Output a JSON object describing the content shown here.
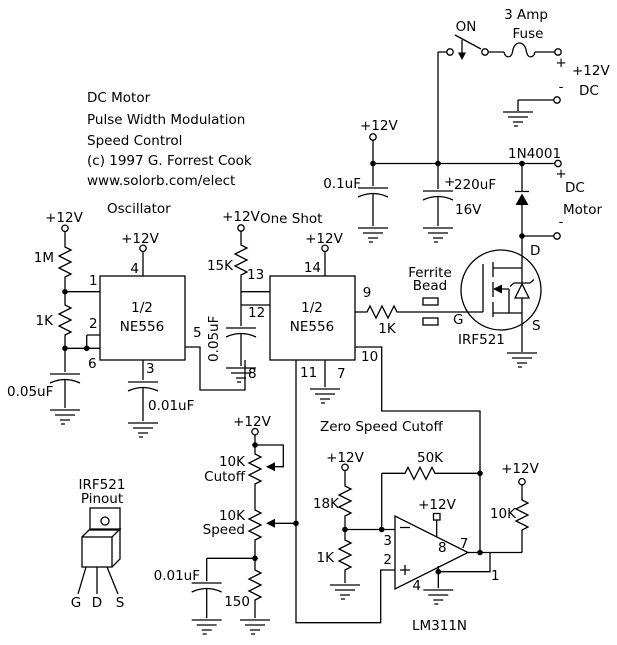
{
  "colors": {
    "ink": "#000000",
    "bg": "#ffffff"
  },
  "title_block": {
    "l1": "DC Motor",
    "l2": "Pulse Width Modulation",
    "l3": "Speed Control",
    "l4": "(c) 1997 G. Forrest Cook",
    "l5": "www.solorb.com/elect"
  },
  "power": {
    "on": "ON",
    "fuse1": "3 Amp",
    "fuse2": "Fuse",
    "plus": "+",
    "rail": "+12V",
    "minus": "-",
    "dc": "DC"
  },
  "supply": {
    "vcc": "+12V",
    "c1": "0.1uF",
    "c2_plus": "+",
    "c2": "220uF",
    "c2v": "16V",
    "diode": "1N4001"
  },
  "motor": {
    "plus": "+",
    "l1": "DC",
    "l2": "Motor",
    "minus": "-"
  },
  "osc": {
    "title": "Oscillator",
    "vcc1": "+12V",
    "vcc2": "+12V",
    "r1": "1M",
    "r2": "1K",
    "c1": "0.05uF",
    "c2": "0.01uF",
    "half": "1/2",
    "chip": "NE556",
    "p1": "1",
    "p2": "2",
    "p3": "3",
    "p4": "4",
    "p5": "5",
    "p6": "6"
  },
  "oneshot": {
    "title": "One Shot",
    "vcc1": "+12V",
    "vcc2": "+12V",
    "r1": "15K",
    "c1": "0.05uF",
    "rg": "1K",
    "half": "1/2",
    "chip": "NE556",
    "p7": "7",
    "p8": "8",
    "p9": "9",
    "p10": "10",
    "p11": "11",
    "p12": "12",
    "p13": "13",
    "p14": "14"
  },
  "ferrite": {
    "l1": "Ferrite",
    "l2": "Bead"
  },
  "fet": {
    "d": "D",
    "g": "G",
    "s": "S",
    "part": "IRF521"
  },
  "pinout": {
    "t1": "IRF521",
    "t2": "Pinout",
    "g": "G",
    "d": "D",
    "s": "S"
  },
  "speed": {
    "vcc": "+12V",
    "pot1": "10K",
    "pot1name": "Cutoff",
    "pot2": "10K",
    "pot2name": "Speed",
    "c": "0.01uF",
    "r": "150"
  },
  "zsc": {
    "title": "Zero Speed Cutoff",
    "vcc1": "+12V",
    "vcc2": "+12V",
    "vcc3": "+12V",
    "r1": "18K",
    "r2": "1K",
    "rf": "50K",
    "rp": "10K",
    "chip": "LM311N",
    "p1": "1",
    "p2": "2",
    "p3": "3",
    "p4": "4",
    "p7": "7",
    "p8": "8"
  }
}
